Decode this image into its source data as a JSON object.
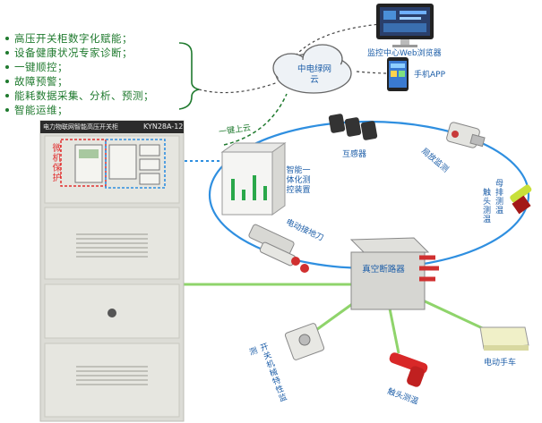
{
  "features": [
    "高压开关柜数字化赋能；",
    "设备健康状况专家诊断；",
    "一键顺控；",
    "故障预警；",
    "能耗数据采集、分析、预测；",
    "智能运维；"
  ],
  "cloud": {
    "line1": "中电绿网",
    "line2": "云"
  },
  "web_label": "监控中心Web浏览器",
  "app_label": "手机APP",
  "upload_label": "一键上云",
  "cabinet": {
    "title": "电力物联网智能高压开关柜",
    "model": "KYN28A-12",
    "relay_label": "微机保护"
  },
  "nodes": {
    "smart_device": "智能一体化测控装置",
    "ct": "互感器",
    "partial_discharge": "局放监测",
    "busbar_temp": "母排测温",
    "contact_temp": "触头测温",
    "ground_switch": "电动接地刀",
    "breaker": "真空断路器",
    "mechanism": "开关机械特性监测",
    "plug_temp": "触头测温",
    "cart": "电动手车"
  },
  "colors": {
    "ring": "#2f8fe0",
    "green": "#1f7a2e",
    "spoke": "#8fd46b",
    "cabinet": "#dcdcd6",
    "title_bar": "#2b2b2b"
  }
}
